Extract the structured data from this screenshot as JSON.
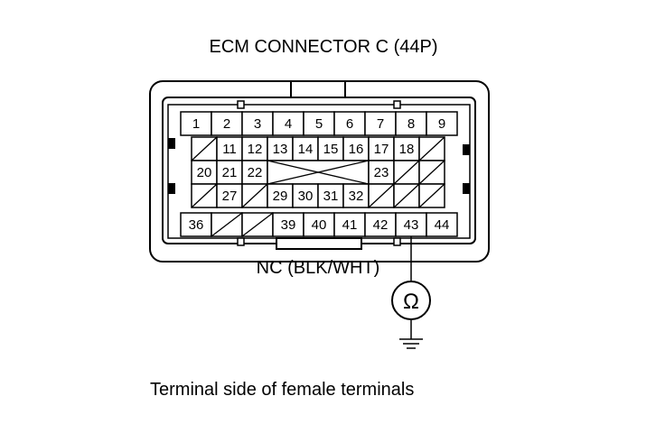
{
  "title": "ECM CONNECTOR C (44P)",
  "wire_label": "NC (BLK/WHT)",
  "meter_symbol": "Ω",
  "caption": "Terminal side of female terminals",
  "terminals": {
    "row1": [
      "1",
      "2",
      "3",
      "4",
      "5",
      "6",
      "7",
      "8",
      "9"
    ],
    "row2": [
      "",
      "11",
      "12",
      "13",
      "14",
      "15",
      "16",
      "17",
      "18",
      ""
    ],
    "row3": [
      "20",
      "21",
      "22",
      "",
      "23",
      "",
      ""
    ],
    "row4": [
      "",
      "27",
      "",
      "29",
      "30",
      "31",
      "32",
      "",
      "",
      ""
    ],
    "row5": [
      "36",
      "",
      "",
      "39",
      "40",
      "41",
      "42",
      "43",
      "44"
    ]
  },
  "probe_terminal": "43",
  "ground_icon": "ground-symbol-icon",
  "colors": {
    "line": "#000000",
    "background": "#ffffff"
  }
}
